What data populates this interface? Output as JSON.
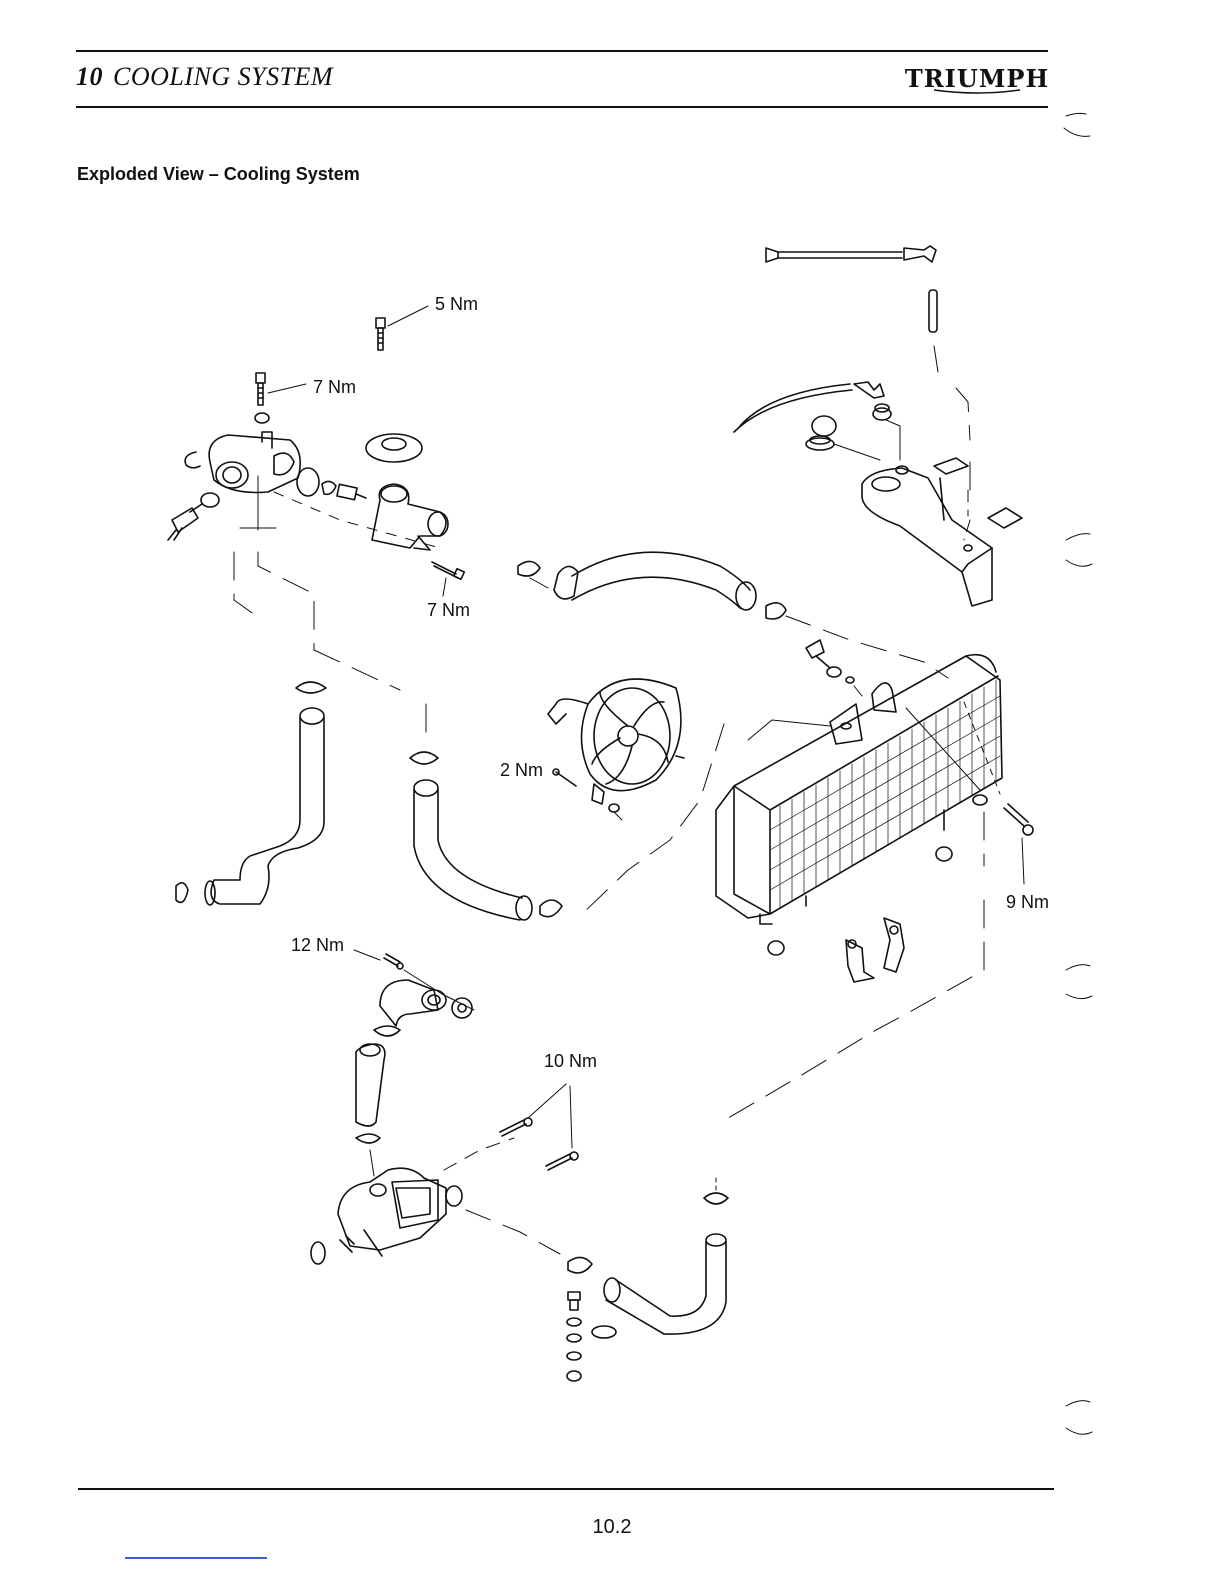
{
  "header": {
    "chapter_number": "10",
    "chapter_title": "COOLING SYSTEM",
    "logo_text": "TRIUMPH"
  },
  "section_heading": "Exploded View – Cooling System",
  "torque_labels": {
    "t1": "5 Nm",
    "t2": "7 Nm",
    "t3": "7 Nm",
    "t4": "2 Nm",
    "t5": "9 Nm",
    "t6": "12 Nm",
    "t7": "10 Nm"
  },
  "footer": {
    "page_number": "10.2"
  },
  "colors": {
    "ink": "#111111",
    "link_underline": "#3b5bd6"
  }
}
